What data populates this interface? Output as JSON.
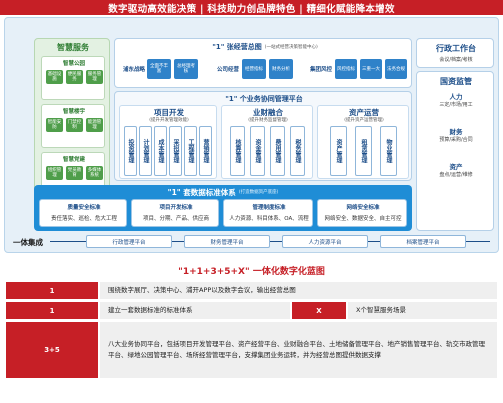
{
  "banner": "数字驱动高效能决策 | 科技助力创品牌特色 | 精细化赋能降本增效",
  "left_panel": {
    "title": "智慧服务",
    "groups": [
      {
        "name": "智慧公园",
        "items": [
          "基础设施",
          "便民服务",
          "服务管理"
        ]
      },
      {
        "name": "智慧楼宇",
        "items": [
          "智能安防",
          "门禁控制",
          "能源管理"
        ]
      },
      {
        "name": "智慧党建",
        "items": [
          "组织管理",
          "党员教育",
          "多媒体系统"
        ]
      }
    ]
  },
  "top_platform": {
    "title": "\"1\" 张经营总图",
    "subtitle": "(一站式经营决策智能中心)",
    "groups": [
      {
        "name": "浦东战略",
        "chips": [
          "全面不丰富",
          "总经理考核"
        ]
      },
      {
        "name": "公司经营",
        "chips": [
          "经营指标",
          "财务分析"
        ]
      },
      {
        "name": "集团风控",
        "chips": [
          "风控指标",
          "三重一大",
          "法务合规"
        ]
      }
    ]
  },
  "middle_platform": {
    "title": "\"1\" 个业务协同管理平台"
  },
  "columns": [
    {
      "title": "项目开发",
      "subtitle": "(提升开发管理效能)",
      "tiles": [
        "投资管理",
        "计划管理",
        "成本管理",
        "采招管理",
        "工程管理",
        "营销管理"
      ]
    },
    {
      "title": "业财融合",
      "subtitle": "(提升财务监督管理)",
      "tiles": [
        "核算管理",
        "资金管理",
        "费用管理",
        "税务管理"
      ]
    },
    {
      "title": "资产运营",
      "subtitle": "(提升资产运营管理)",
      "tiles": [
        "资产管理",
        "租赁管理",
        "物业管理"
      ]
    }
  ],
  "standards": {
    "title": "\"1\" 套数据标准体系",
    "subtitle": "(打造数据资产底座)",
    "boxes": [
      {
        "head": "质量安全标准",
        "text": "责任落实、巡检、危大工程"
      },
      {
        "head": "项目开发标准",
        "text": "项目、分期、产品、供应商"
      },
      {
        "head": "管理制度标准",
        "text": "人力资源、科目体系、OA、流程"
      },
      {
        "head": "网络安全标准",
        "text": "网络安全、数据安全、自主可控"
      }
    ]
  },
  "integration": {
    "label": "一体集成",
    "platforms": [
      "行政管理平台",
      "财务管理平台",
      "人力资源平台",
      "档案管理平台"
    ]
  },
  "right_panel": {
    "top": {
      "title": "行政工作台",
      "text": "会议/档案/考核"
    },
    "title": "国资监管",
    "items": [
      {
        "head": "人力",
        "text": "三定/市场/用工"
      },
      {
        "head": "财务",
        "text": "预算/采购/合同"
      },
      {
        "head": "资产",
        "text": "盘点/运营/维修"
      }
    ]
  },
  "summary": {
    "title": "\"1+1+3+5+X\" 一体化数字化蓝图",
    "rows": [
      {
        "tag": "1",
        "text": "围绕数字展厅、决策中心、浦开APP以及数字会议，输出经营总图"
      },
      {
        "tag": "1",
        "text": "建立一套数据标准的标准体系",
        "tag2": "X",
        "text2": "X个智慧服务场景"
      },
      {
        "tag": "3+5",
        "text": "八大业务协同平台，包括项目开发管理平台、资产经营平台、业财融合平台、土地储备管理平台、地产销售管理平台、轨交市政管理平台、绿地公园管理平台、场所经营管理平台，支撑集团业务运转，并为经营总图提供数据支撑"
      }
    ]
  },
  "colors": {
    "brand_red": "#c61f26",
    "blue": "#1f8dd6",
    "dark_blue": "#1d4e89",
    "green": "#4f9e4a"
  }
}
